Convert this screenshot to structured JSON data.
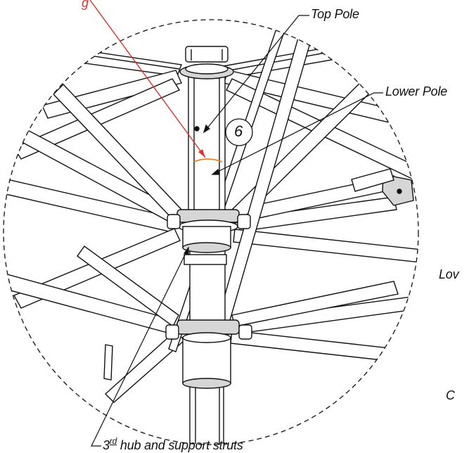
{
  "labels": {
    "top_pole": "Top Pole",
    "lower_pole_right": "Lower Pole",
    "hub_prefix": "3",
    "hub_sup": "rd",
    "hub_suffix": " hub and support struts",
    "step_number": "6",
    "cut_left_top": "g",
    "cut_right_mid": "Lov",
    "cut_right_low": "C"
  },
  "colors": {
    "line": "#111111",
    "leader_red": "#e0312b",
    "mark_orange": "#f08030",
    "tube_fill": "#ffffff",
    "hub_fill": "#d6d6d6"
  }
}
